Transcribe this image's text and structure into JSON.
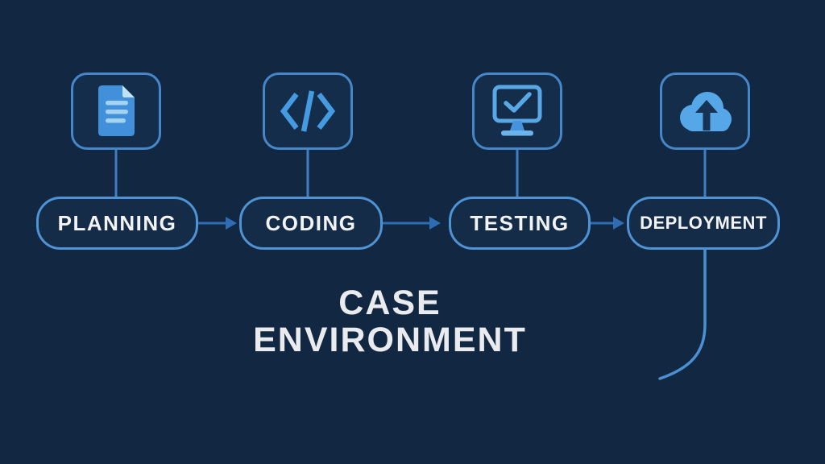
{
  "title": {
    "line1": "CASE",
    "line2": "ENVIRONMENT"
  },
  "stages": [
    {
      "label": "PLANNING",
      "icon": "document-icon"
    },
    {
      "label": "CODING",
      "icon": "code-icon"
    },
    {
      "label": "TESTING",
      "icon": "monitor-check-icon"
    },
    {
      "label": "DEPLOYMENT",
      "icon": "cloud-upload-icon"
    }
  ],
  "colors": {
    "background": "#122741",
    "box_fill": "#142d4b",
    "box_border": "#4587c8",
    "pill_border": "#4f93d4",
    "connector": "#3d7fc2",
    "arrow": "#2e6cb3",
    "icon_blue": "#459be2",
    "icon_mid_blue": "#4290da",
    "icon_light_blue": "#a3d2f3",
    "title_text": "#e9ebee",
    "label_text": "#f2f3f5"
  }
}
